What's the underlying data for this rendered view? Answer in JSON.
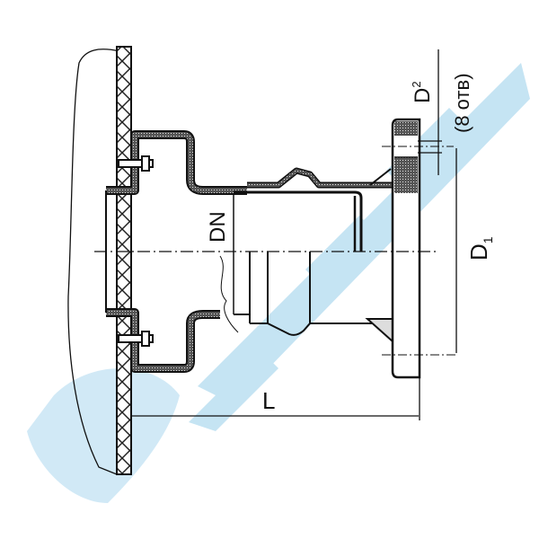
{
  "drawing": {
    "labels": {
      "dn": "DN",
      "l": "L",
      "d1_main": "D",
      "d1_sub": "1",
      "d2_main": "D",
      "d2_sub": "2",
      "holes": "(8 отв)"
    }
  },
  "colors": {
    "line": "#111111",
    "watermark": "#bfe1f2",
    "hatch": "#7a7a7a"
  }
}
